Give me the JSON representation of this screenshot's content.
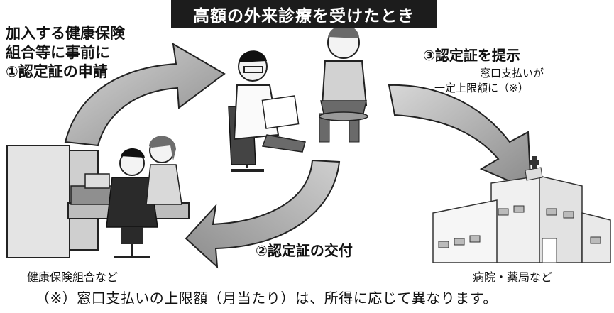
{
  "title": "高額の外来診療を受けたとき",
  "step1": {
    "line1": "加入する健康保険",
    "line2": "組合等に事前に",
    "line3": "①認定証の申請"
  },
  "step2": "②認定証の交付",
  "step3": {
    "label": "③認定証を提示",
    "note_line1": "窓口支払いが",
    "note_line2": "一定上限額に（※）"
  },
  "captions": {
    "left": "健康保険組合など",
    "right": "病院・薬局など"
  },
  "footnote": "（※）窓口支払いの上限額（月当たり）は、所得に応じて異なります。"
}
